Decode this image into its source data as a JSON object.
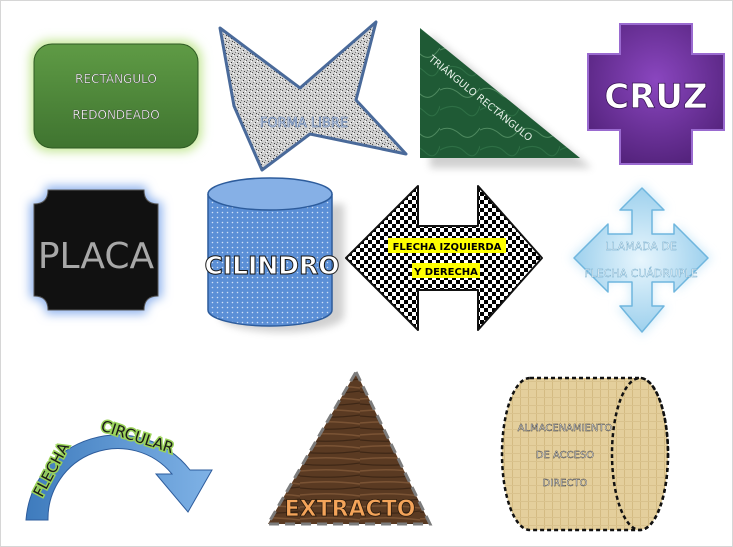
{
  "shapes": {
    "rounded_rect": {
      "line1": "RECTÁNGULO",
      "line2": "REDONDEADO",
      "fill": "#4f8a3a",
      "glow": "#c6e89a"
    },
    "freeform": {
      "label": "FORMA LIBRE",
      "stroke": "#4a6a9a"
    },
    "right_triangle": {
      "label": "TRIÁNGULO RECTÁNGULO",
      "fill": "#1f5a35"
    },
    "cross": {
      "label": "CRUZ",
      "fill": "#6b2a9b"
    },
    "plaque": {
      "label": "PLACA",
      "fill": "#111111",
      "glow": "#8fb3ee"
    },
    "cylinder": {
      "label": "CILINDRO",
      "fill": "#5b8fd6"
    },
    "left_right_arrow": {
      "line1": "FLECHA IZQUIERDA",
      "line2": "Y DERECHA",
      "highlight": "#ffff00"
    },
    "quad_arrow_callout": {
      "line1": "LLAMADA DE",
      "line2": "FLECHA CUÁDRUPLE",
      "fill": "#a9d8f0"
    },
    "circular_arrow": {
      "word1": "FLECHA",
      "word2": "CIRCULAR",
      "fill": "#4b86c6"
    },
    "extract": {
      "label": "EXTRACTO",
      "fill": "#5a3a22"
    },
    "direct_access_storage": {
      "line1": "ALMACENAMIENTO",
      "line2": "DE ACCESO",
      "line3": "DIRECTO",
      "fill": "#e4cf9c"
    }
  }
}
